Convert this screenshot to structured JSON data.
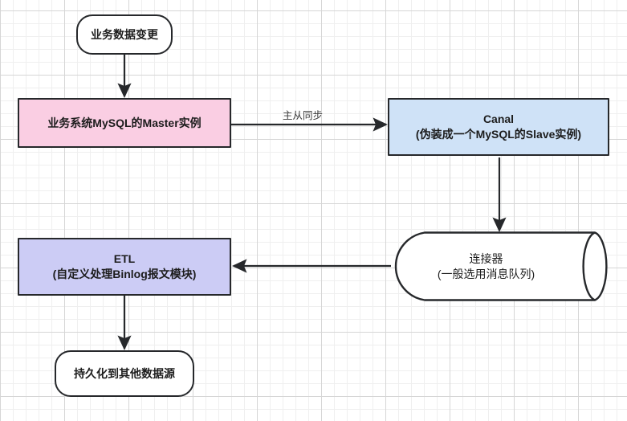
{
  "diagram": {
    "title": "Canal binlog data sync flow",
    "background": {
      "grid": true,
      "minor_color": "#efefef",
      "major_color": "#d6d6d6"
    },
    "nodes": [
      {
        "id": "business-data-change",
        "shape": "rounded-rect",
        "line1": "业务数据变更",
        "line2": "",
        "fill": "#ffffff",
        "stroke": "#26282b"
      },
      {
        "id": "mysql-master",
        "shape": "rect",
        "line1": "业务系统MySQL的Master实例",
        "line2": "",
        "fill": "#facee3",
        "stroke": "#26282b"
      },
      {
        "id": "canal",
        "shape": "rect",
        "line1": "Canal",
        "line2": "(伪装成一个MySQL的Slave实例)",
        "fill": "#cfe2f7",
        "stroke": "#26282b"
      },
      {
        "id": "connector",
        "shape": "cylinder",
        "line1": "连接器",
        "line2": "(一般选用消息队列)",
        "fill": "#ffffff",
        "stroke": "#26282b"
      },
      {
        "id": "etl",
        "shape": "rect",
        "line1": "ETL",
        "line2": "(自定义处理Binlog报文模块)",
        "fill": "#ccccf5",
        "stroke": "#26282b"
      },
      {
        "id": "persist-other-source",
        "shape": "rounded-rect",
        "line1": "持久化到其他数据源",
        "line2": "",
        "fill": "#ffffff",
        "stroke": "#26282b"
      }
    ],
    "edges": [
      {
        "id": "e1",
        "from": "business-data-change",
        "to": "mysql-master",
        "label": ""
      },
      {
        "id": "e2",
        "from": "mysql-master",
        "to": "canal",
        "label": "主从同步"
      },
      {
        "id": "e3",
        "from": "canal",
        "to": "connector",
        "label": ""
      },
      {
        "id": "e4",
        "from": "connector",
        "to": "etl",
        "label": ""
      },
      {
        "id": "e5",
        "from": "etl",
        "to": "persist-other-source",
        "label": ""
      }
    ]
  }
}
